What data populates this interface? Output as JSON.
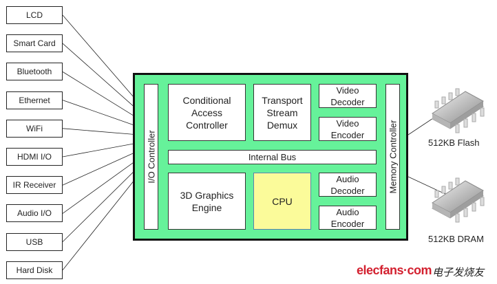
{
  "peripherals": [
    {
      "label": "LCD"
    },
    {
      "label": "Smart Card"
    },
    {
      "label": "Bluetooth"
    },
    {
      "label": "Ethernet"
    },
    {
      "label": "WiFi"
    },
    {
      "label": "HDMI I/O"
    },
    {
      "label": "IR Receiver"
    },
    {
      "label": "Audio I/O"
    },
    {
      "label": "USB"
    },
    {
      "label": "Hard Disk"
    }
  ],
  "board": {
    "color": "#66f29a",
    "io_controller": "I/O Controller",
    "memory_controller": "Memory Controller",
    "internal_bus": "Internal Bus",
    "blocks": {
      "conditional_access": "Conditional\nAccess\nController",
      "transport_demux": "Transport\nStream\nDemux",
      "video_decoder": "Video\nDecoder",
      "video_encoder": "Video\nEncoder",
      "graphics_engine": "3D Graphics\nEngine",
      "cpu": "CPU",
      "audio_decoder": "Audio\nDecoder",
      "audio_encoder": "Audio\nEncoder"
    },
    "cpu_color": "#fbfb9a"
  },
  "memory": [
    {
      "label": "512KB Flash"
    },
    {
      "label": "512KB DRAM"
    }
  ],
  "watermark": {
    "brand": "elecfans·com",
    "cn": "电子发烧友",
    "color": "#d3202f"
  }
}
